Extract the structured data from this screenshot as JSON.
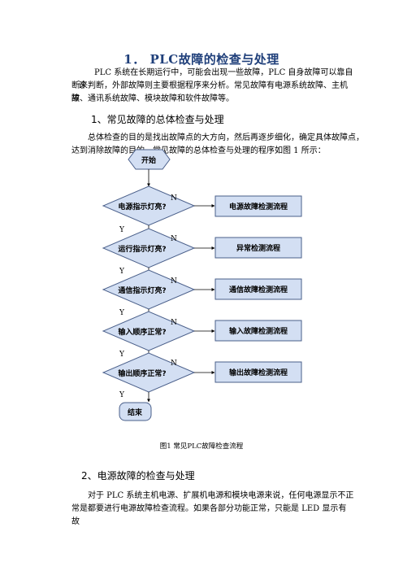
{
  "doc": {
    "title": "1．  PLC故障的检查与处理",
    "intro_lines": [
      "PLC 系统在长期运行中，可能会出现一些故障，PLC 自身故障可以靠自诊",
      "断来判断，外部故障则主要根据程序来分析。常见故障有电源系统故障、主机故",
      "障、通讯系统故障、模块故障和软件故障等。"
    ],
    "section1_heading": "1、常见故障的总体检查与处理",
    "section1_lines": [
      "总体检查的目的是找出故障点的大方向，然后再逐步细化，确定具体故障点，",
      "达到消除故障的目的，常见故障的总体检查与处理的程序如图 1 所示："
    ],
    "figure_caption": "图1 常见PLC故障检查流程",
    "section2_heading": "2、电源故障的检查与处理",
    "section2_lines": [
      "对于 PLC 系统主机电源、扩展机电源和模块电源来说，任何电源显示不正",
      "常是都要进行电源故障检查流程。如果各部分功能正常，只能是 LED 显示有故"
    ]
  },
  "flowchart": {
    "start": "开始",
    "end": "结束",
    "yes_label": "Y",
    "no_label": "N",
    "decisions": [
      "电源指示灯亮?",
      "运行指示灯亮?",
      "通信指示灯亮?",
      "输入顺序正常?",
      "输出顺序正常?"
    ],
    "processes": [
      "电源故障检测流程",
      "异常检测流程",
      "通信故障检测流程",
      "输入故障检测流程",
      "输出故障检测流程"
    ],
    "colors": {
      "fill": "#d3dff3",
      "stroke": "#4a5f8a"
    }
  }
}
